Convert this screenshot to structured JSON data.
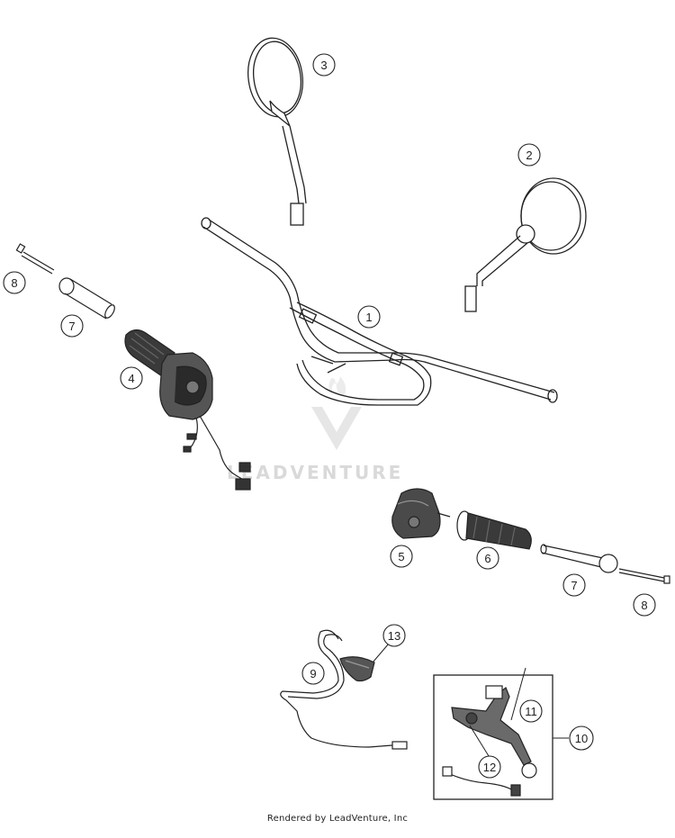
{
  "diagram": {
    "callouts": [
      {
        "id": "c1",
        "label": "1"
      },
      {
        "id": "c2",
        "label": "2"
      },
      {
        "id": "c3",
        "label": "3"
      },
      {
        "id": "c4",
        "label": "4"
      },
      {
        "id": "c5",
        "label": "5"
      },
      {
        "id": "c6",
        "label": "6"
      },
      {
        "id": "c7a",
        "label": "7"
      },
      {
        "id": "c7b",
        "label": "7"
      },
      {
        "id": "c8a",
        "label": "8"
      },
      {
        "id": "c8b",
        "label": "8"
      },
      {
        "id": "c9",
        "label": "9"
      },
      {
        "id": "c10",
        "label": "10"
      },
      {
        "id": "c11",
        "label": "11"
      },
      {
        "id": "c12",
        "label": "12"
      },
      {
        "id": "c13",
        "label": "13"
      }
    ],
    "watermark_text": "LEADVENTURE",
    "footer_text": "Rendered by LeadVenture, Inc",
    "colors": {
      "line": "#222222",
      "part_fill": "#ffffff",
      "dark_part": "#3a3a3a",
      "watermark": "#d9d9d9"
    }
  }
}
